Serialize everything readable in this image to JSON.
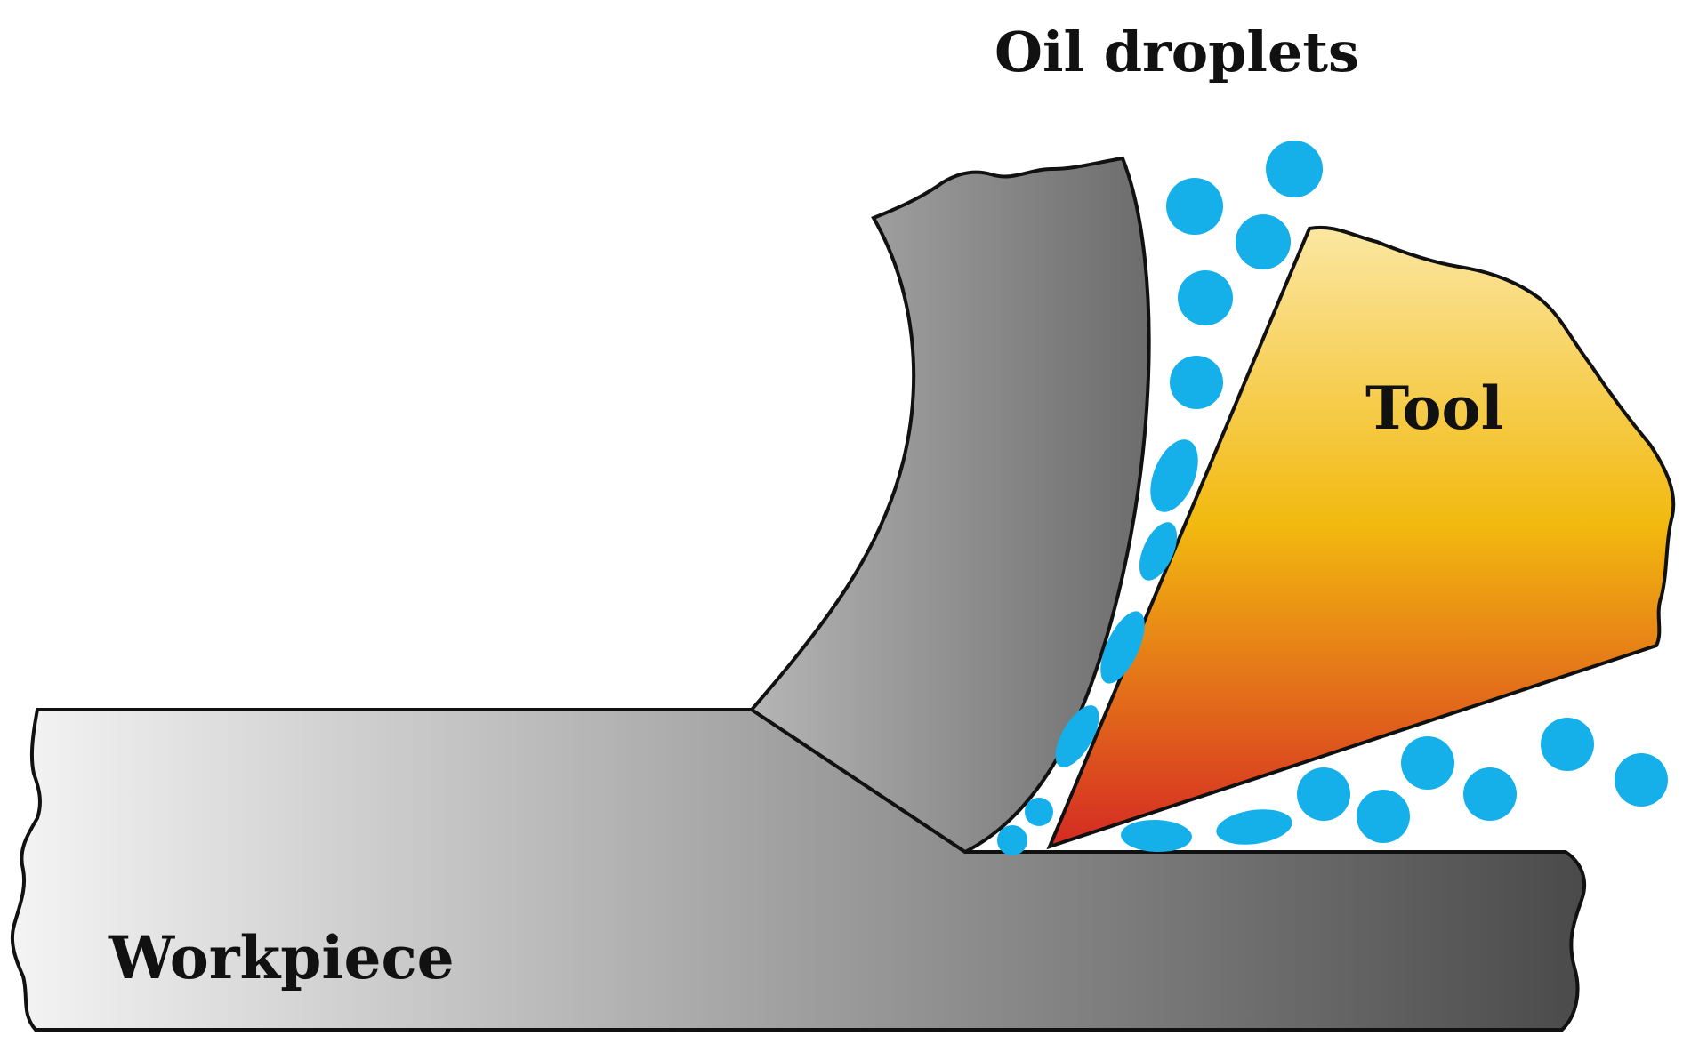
{
  "diagram": {
    "labels": {
      "oil_droplets": "Oil droplets",
      "tool": "Tool",
      "workpiece": "Workpiece"
    },
    "colors": {
      "outline": "#111111",
      "oil_droplet": "#15B0EA",
      "workpiece_light": "#F4F4F4",
      "workpiece_dark": "#4A4A4A",
      "chip_light": "#B5B5B5",
      "chip_dark": "#6C6C6C",
      "tool_top": "#FBE7A2",
      "tool_middle": "#F2B90F",
      "tool_bottom": "#D52A23"
    },
    "parts": {
      "workpiece": "workpiece",
      "chip": "chip",
      "tool": "tool",
      "oil_droplets": "oil-droplets"
    }
  }
}
